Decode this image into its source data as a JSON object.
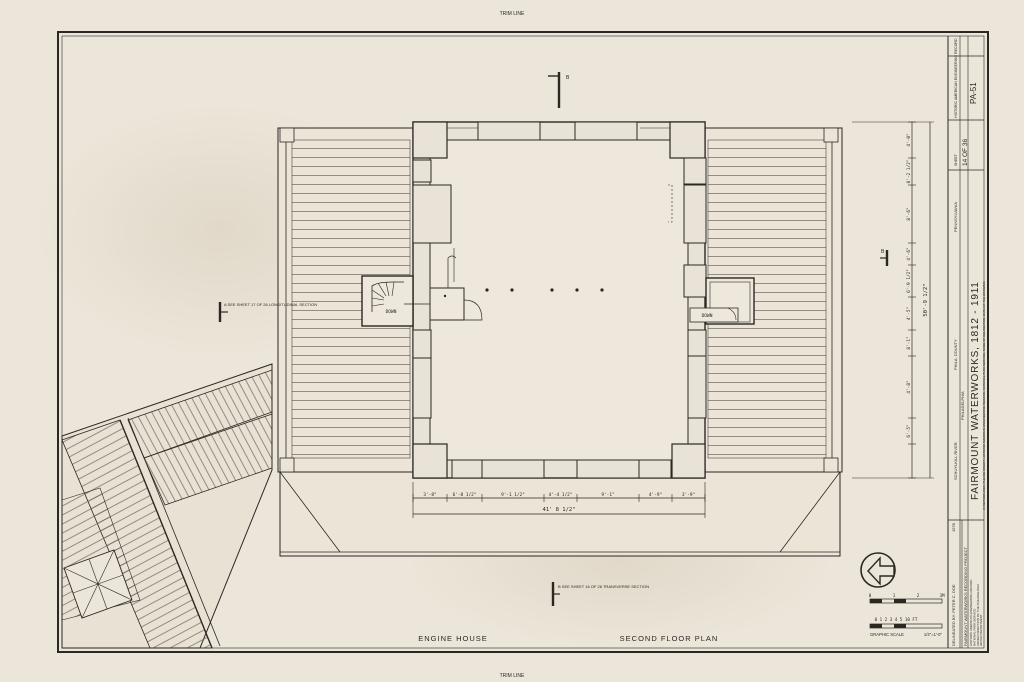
{
  "trim_top": "TRIM LINE",
  "trim_bottom": "TRIM LINE",
  "section_marks": {
    "top": "B",
    "right": "B",
    "left_note": "A  SEE SHEET 17 OF 26\nLONGITUDINAL SECTION",
    "bottom_note": "B  SEE SHEET 16 OF 26\nTRANSVERSE SECTION"
  },
  "stair_labels": {
    "left": "DOWN",
    "right": "DOWN"
  },
  "dimensions": {
    "bottom": [
      "3'-8\"",
      "6'-8 1/2\"",
      "9'-1 1/2\"",
      "4'-4 1/2\"",
      "9'-1\"",
      "4'-9\"",
      "3'-9\""
    ],
    "bottom_total": "41' 8 1/2\"",
    "right": [
      "4'-0\"",
      "6'-2 1/2\"",
      "8'-6\"",
      "4'-6\"",
      "6'-9 1/2\"",
      "4'-5\"",
      "8'-1\"",
      "4'-8\"",
      "6'-5\""
    ],
    "right_total": "50'-9 1/2\""
  },
  "captions": {
    "engine_house": "ENGINE HOUSE",
    "second_floor": "SECOND FLOOR PLAN"
  },
  "graphic_scale": {
    "label": "GRAPHIC SCALE",
    "ratio": "1/4\"=1'-0\"",
    "meters_ticks": [
      "0",
      "1",
      "2",
      "3M"
    ],
    "feet_ticks": "0 1 2 3 4 5        10 FT"
  },
  "title_block": {
    "delineator": "DELINEATED BY: PETER C. DOE",
    "year": "1978",
    "project": "FAIRMOUNT WATERWORKS RECORDING PROJECT",
    "agency_lines": [
      "HISTORIC AMERICAN ENGINEERING RECORD",
      "NATIONAL PARK SERVICE",
      "UNDER DIRECTION OF THE PHILADELPHIA",
      "WATER DEPARTMENT"
    ],
    "title": "FAIRMOUNT WATERWORKS, 1812 - 1911",
    "location": "SCHUYLKILL RIVER",
    "city": "PHILADELPHIA",
    "county": "PHILA. COUNTY",
    "state": "PENNSYLVANIA",
    "footer_note": "IF REPRODUCED, PLEASE CREDIT: HISTORIC AMERICAN ENGINEERING RECORD, NATIONAL PARK SERVICE, NAME OF DELINEATOR, DATE OF THE DRAWING",
    "sheet_label": "SHEET",
    "sheet_no": "14 OF 36",
    "record_label": "HISTORIC AMERICAN ENGINEERING RECORD",
    "record_no": "PA-51"
  }
}
